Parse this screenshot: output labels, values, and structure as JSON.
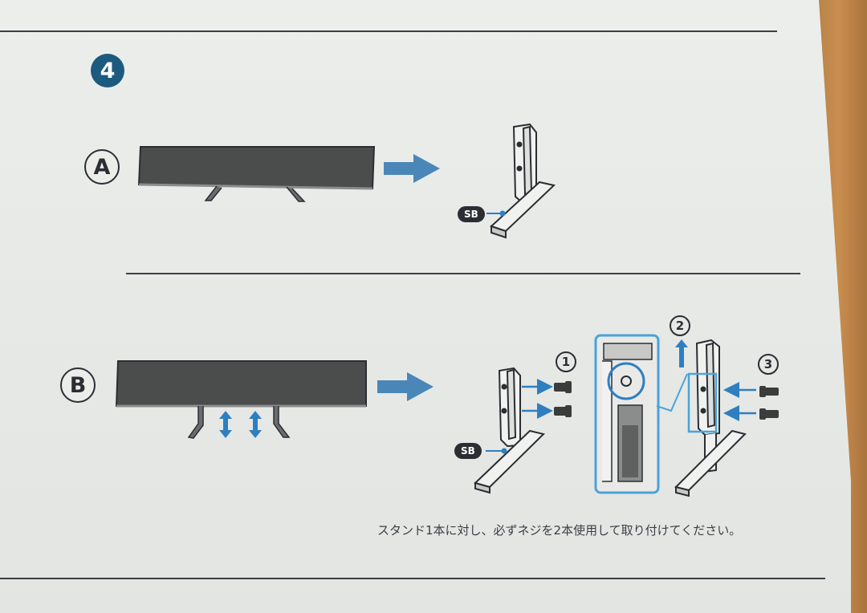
{
  "step": {
    "number": "4"
  },
  "option_a": {
    "label": "A",
    "sb_tag": "SB"
  },
  "option_b": {
    "label": "B",
    "sb_tag": "SB",
    "sub_steps": [
      "1",
      "2",
      "3"
    ]
  },
  "note": "スタンド1本に対し、必ずネジを2本使用して取り付けてください。",
  "colors": {
    "accent": "#1d5a80",
    "arrow": "#4a87b8",
    "highlight": "#4aa3d8",
    "ink": "#2a2e33"
  }
}
